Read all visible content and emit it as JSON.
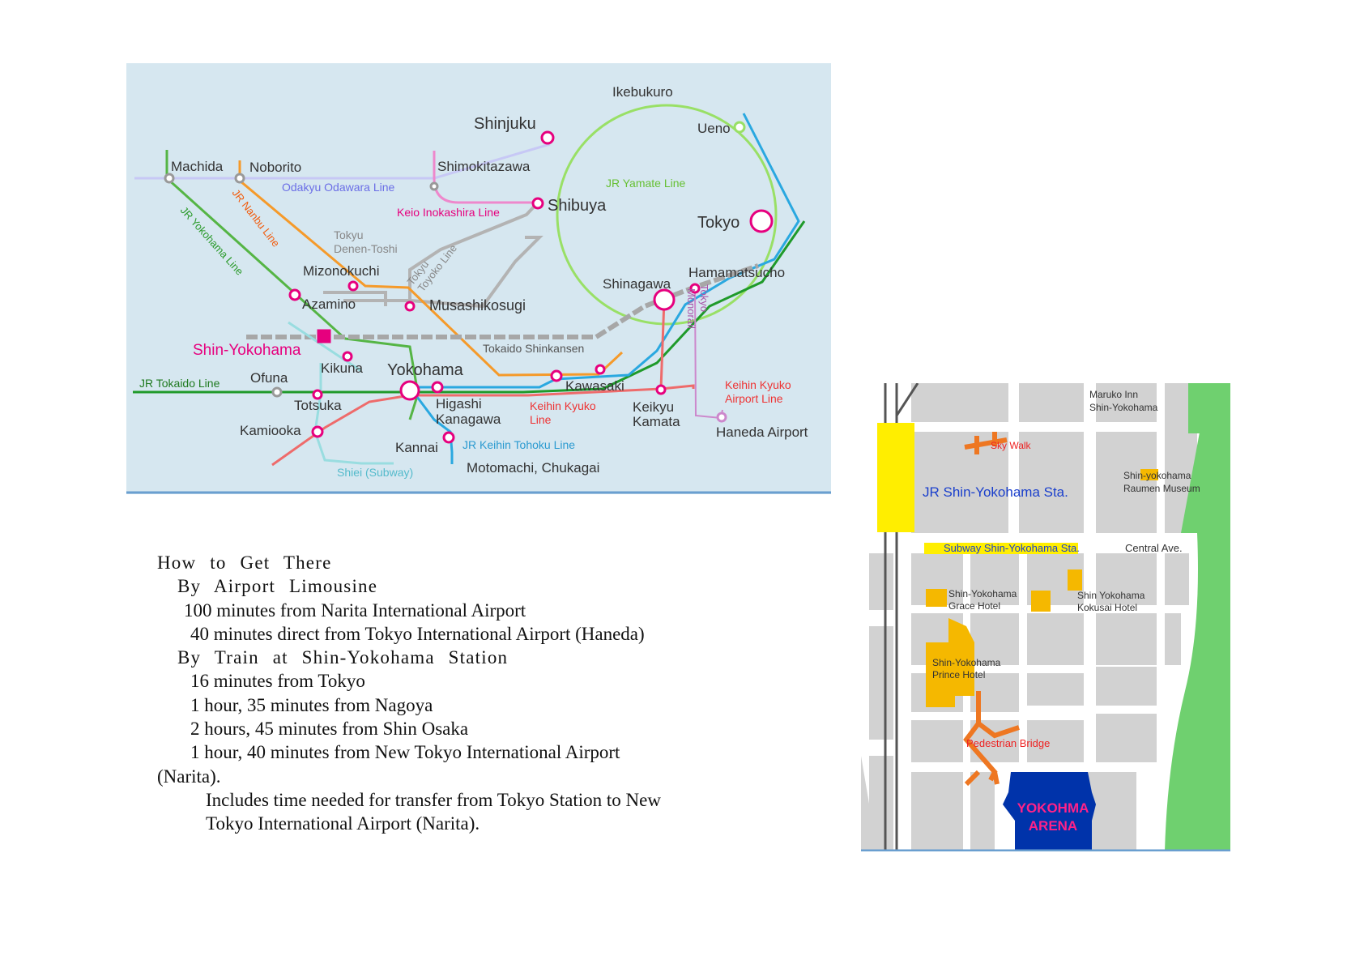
{
  "rail_map": {
    "stations": {
      "ikebukuro": "Ikebukuro",
      "shinjuku": "Shinjuku",
      "ueno": "Ueno",
      "machida": "Machida",
      "noborito": "Noborito",
      "shimokitazawa": "Shimokitazawa",
      "shibuya": "Shibuya",
      "tokyo": "Tokyo",
      "tokyu_denen_toshi_1": "Tokyu",
      "tokyu_denen_toshi_2": "Denen-Toshi",
      "mizonokuchi": "Mizonokuchi",
      "shinagawa": "Shinagawa",
      "hamamatsucho": "Hamamatsucho",
      "azamino": "Azamino",
      "musashikosugi": "Musashikosugi",
      "shin_yokohama": "Shin-Yokohama",
      "kikuna": "Kikuna",
      "yokohama": "Yokohama",
      "kawasaki": "Kawasaki",
      "ofuna": "Ofuna",
      "totsuka": "Totsuka",
      "higashi_kanagawa_1": "Higashi",
      "higashi_kanagawa_2": "Kanagawa",
      "keikyu_kamata_1": "Keikyu",
      "keikyu_kamata_2": "Kamata",
      "haneda_airport": "Haneda Airport",
      "kamiooka": "Kamiooka",
      "kannai": "Kannai",
      "motomachi": "Motomachi, Chukagai"
    },
    "lines": {
      "odakyu": "Odakyu Odawara Line",
      "keio": "Keio Inokashira Line",
      "yamate": "JR Yamate Line",
      "nanbu": "JR Nanbu Line",
      "yokohama_line": "JR Yokohama Line",
      "toyoko_1": "Tokyu",
      "toyoko_2": "Toyoko Line",
      "monorail_1": "Tokyo",
      "monorail_2": "Monorail",
      "shinkansen": "Tokaido Shinkansen",
      "tokaido": "JR Tokaido Line",
      "keikyu_1": "Keihin Kyuko",
      "keikyu_2": "Line",
      "keikyu_airport_1": "Keihin Kyuko",
      "keikyu_airport_2": "Airport Line",
      "keihin_tohoku": "JR Keihin Tohoku Line",
      "shiei": "Shiei (Subway)"
    },
    "colors": {
      "background": "#d6e7f0",
      "yamate": "#99e066",
      "nanbu": "#f59a2a",
      "yokohama_line": "#55b545",
      "tokaido": "#1f9a2a",
      "keihin_tohoku": "#2aa8e0",
      "keikyu": "#ee6b6b",
      "shinkansen": "#a7a7a7",
      "odakyu": "#c7c8f5",
      "keio": "#ee88cc",
      "toyoko": "#b3b3b3",
      "shiei": "#99dde0",
      "monorail": "#cc88cc",
      "station": "#e6007e"
    }
  },
  "directions": {
    "heading": "How  to  Get  There",
    "limousine_heading": "By  Airport  Limousine",
    "limousine_1": "100 minutes from Narita International Airport",
    "limousine_2": "40 minutes direct from Tokyo International Airport (Haneda)",
    "train_heading": "By  Train  at  Shin-Yokohama  Station",
    "train_1": "16 minutes from Tokyo",
    "train_2": "1 hour, 35 minutes from Nagoya",
    "train_3": "2 hours, 45 minutes from Shin Osaka",
    "train_4a": "1 hour, 40 minutes from New Tokyo International Airport",
    "train_4b": "(Narita).",
    "note_1": "Includes time needed for transfer from Tokyo Station to New",
    "note_2": "Tokyo International Airport (Narita)."
  },
  "area_map": {
    "maruko_1": "Maruko Inn",
    "maruko_2": "Shin-Yokohama",
    "sky_walk": "Sky Walk",
    "jr_station": "JR Shin-Yokohama Sta.",
    "raumen_1": "Shin-yokohama",
    "raumen_2": "Raumen Museum",
    "subway_station": "Subway Shin-Yokohama Sta.",
    "central_ave": "Central Ave.",
    "grace_1": "Shin-Yokohama",
    "grace_2": "Grace Hotel",
    "kokusai_1": "Shin Yokohama",
    "kokusai_2": "Kokusai Hotel",
    "prince_1": "Shin-Yokohama",
    "prince_2": "Prince Hotel",
    "pedestrian_bridge": "Pedestrian Bridge",
    "arena_1": "YOKOHMA",
    "arena_2": "ARENA",
    "colors": {
      "block": "#d2d2d2",
      "road": "#ffffff",
      "park": "#6fd06f",
      "station": "#ffee00",
      "hotel": "#f5b800",
      "bridge": "#ee7722",
      "arena": "#0033aa",
      "arena_text": "#ff2288",
      "label_blue": "#1a3fcc",
      "label_red": "#ee2222"
    }
  }
}
